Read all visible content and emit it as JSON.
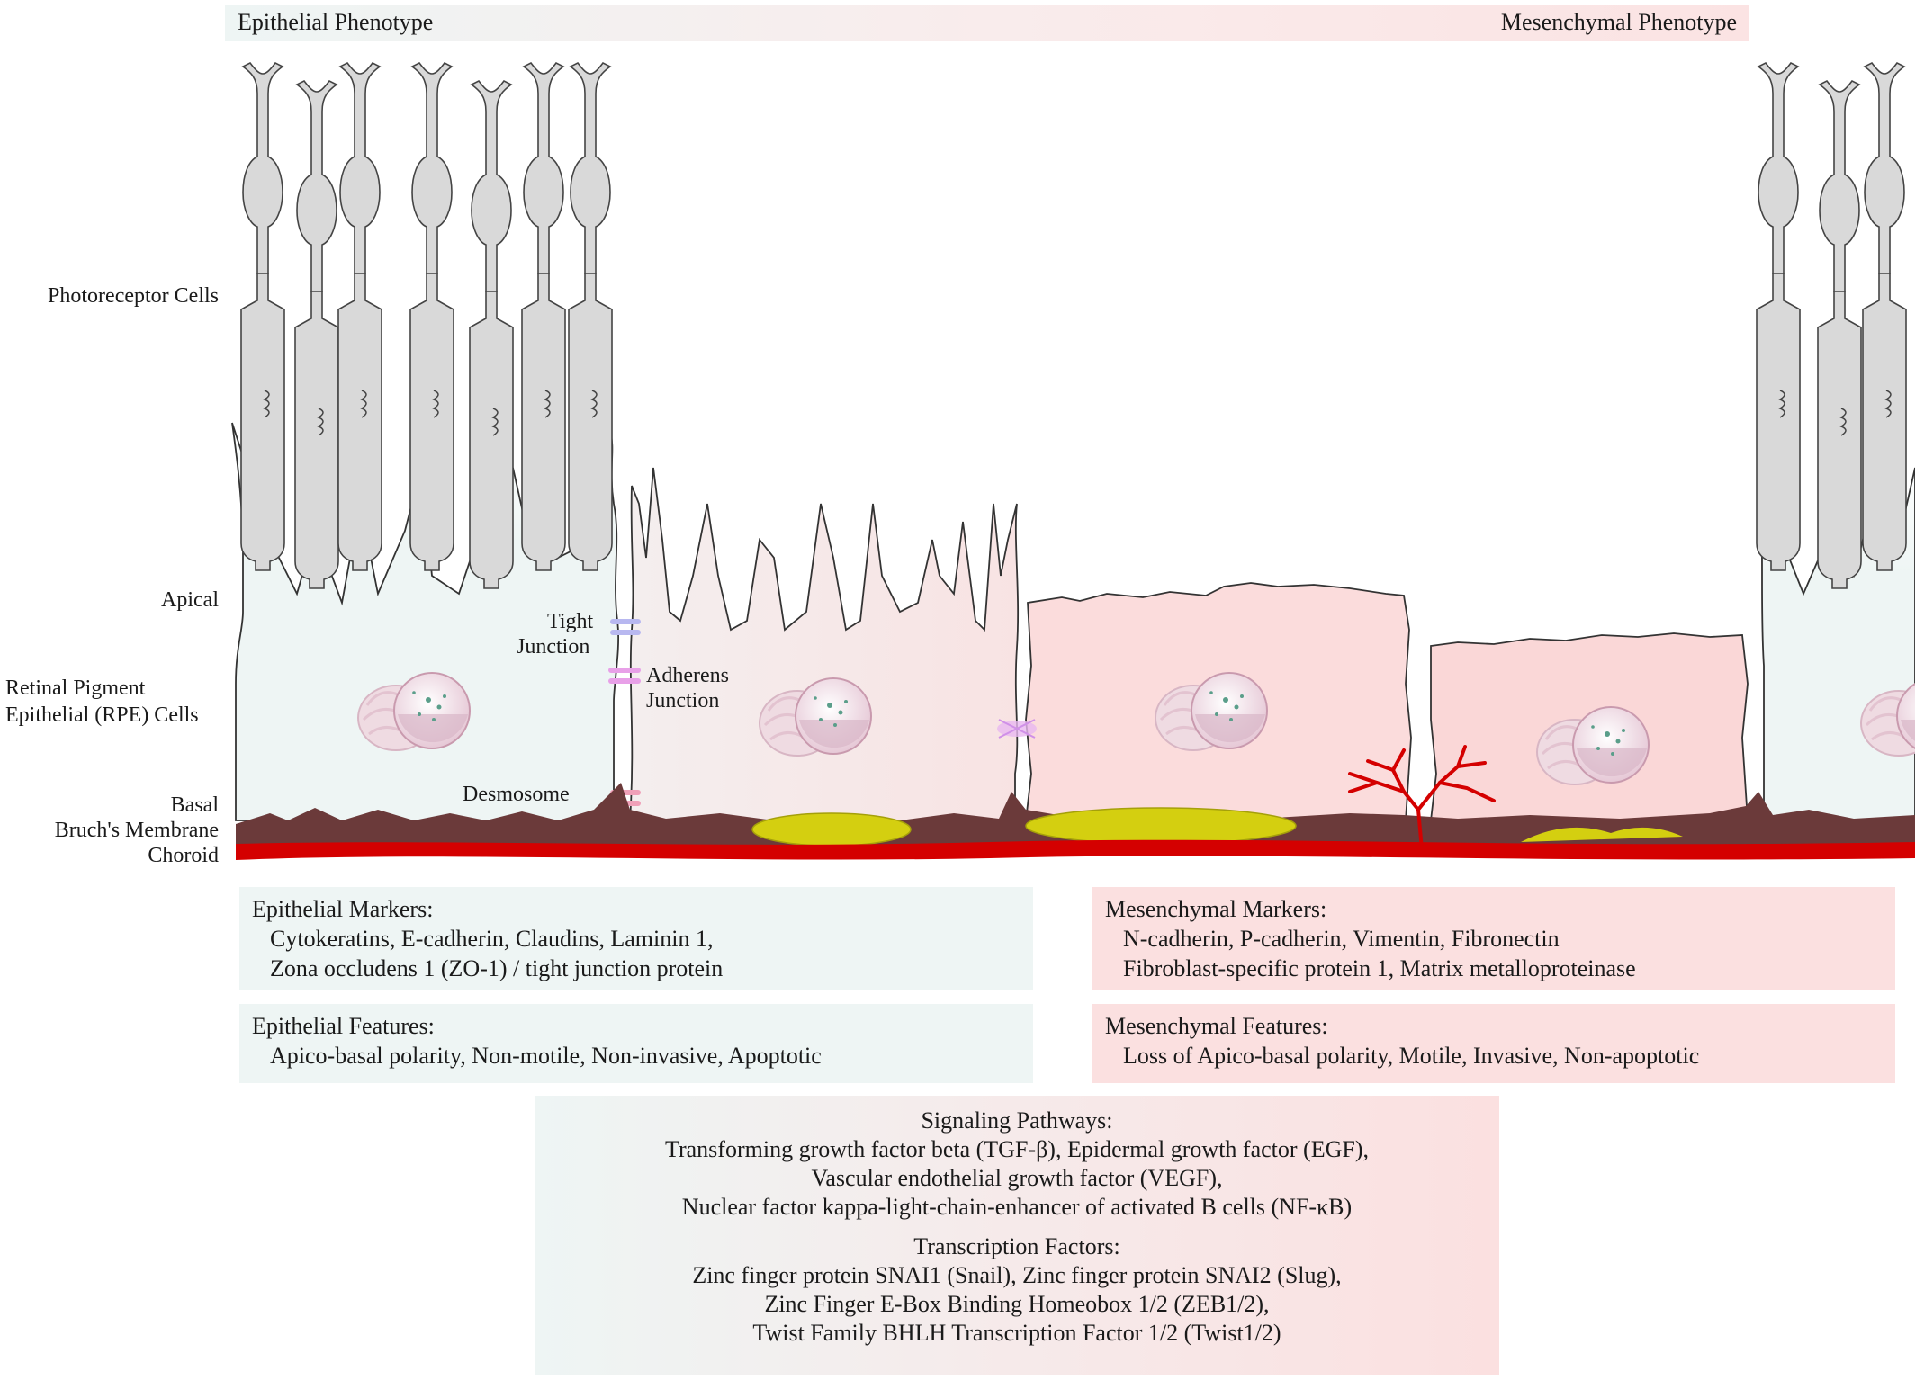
{
  "banner": {
    "left": "Epithelial Phenotype",
    "right": "Mesenchymal Phenotype"
  },
  "side_labels": {
    "photoreceptor": "Photoreceptor Cells",
    "apical": "Apical",
    "rpe_line1": "Retinal Pigment",
    "rpe_line2": "Epithelial (RPE) Cells",
    "basal": "Basal",
    "bruchs": "Bruch's Membrane",
    "choroid": "Choroid"
  },
  "junctions": {
    "tight_line1": "Tight",
    "tight_line2": "Junction",
    "adherens_line1": "Adherens",
    "adherens_line2": "Junction",
    "desmosome": "Desmosome"
  },
  "epithelial_markers": {
    "title": "Epithelial Markers:",
    "line1": "Cytokeratins, E-cadherin, Claudins, Laminin 1,",
    "line2": "Zona occludens 1 (ZO-1) / tight junction protein"
  },
  "epithelial_features": {
    "title": "Epithelial Features:",
    "line1": "Apico-basal polarity, Non-motile, Non-invasive, Apoptotic"
  },
  "mesenchymal_markers": {
    "title": "Mesenchymal Markers:",
    "line1": "N-cadherin, P-cadherin, Vimentin, Fibronectin",
    "line2": "Fibroblast-specific protein 1, Matrix metalloproteinase"
  },
  "mesenchymal_features": {
    "title": "Mesenchymal Features:",
    "line1": "Loss of Apico-basal polarity, Motile, Invasive, Non-apoptotic"
  },
  "signaling": {
    "title": "Signaling Pathways:",
    "line1": "Transforming growth factor beta (TGF-β), Epidermal growth factor (EGF),",
    "line2": "Vascular endothelial growth factor (VEGF),",
    "line3": "Nuclear factor kappa-light-chain-enhancer of activated B cells (NF-κB)"
  },
  "transcription": {
    "title": "Transcription Factors:",
    "line1": "Zinc finger protein SNAI1 (Snail), Zinc finger protein SNAI2 (Slug),",
    "line2": "Zinc Finger E-Box Binding Homeobox 1/2 (ZEB1/2),",
    "line3": "Twist Family BHLH Transcription Factor 1/2 (Twist1/2)"
  },
  "colors": {
    "epithelial_bg": "#eef5f4",
    "mesenchymal_bg": "#fbe0e0",
    "photoreceptor_fill": "#d9d9d9",
    "bruchs_membrane": "#6b3a3a",
    "choroid": "#d40000",
    "drusen": "#d4cf10",
    "tight_junction": "#b8b8f0",
    "adherens_junction": "#e8a0e8",
    "desmosome": "#f0a0b8",
    "nucleus": "#f0dde6"
  },
  "icons": [
    "photoreceptor-cell",
    "rpe-cell",
    "nucleus",
    "golgi",
    "drusen-deposit",
    "blood-vessel",
    "junction-marker"
  ]
}
